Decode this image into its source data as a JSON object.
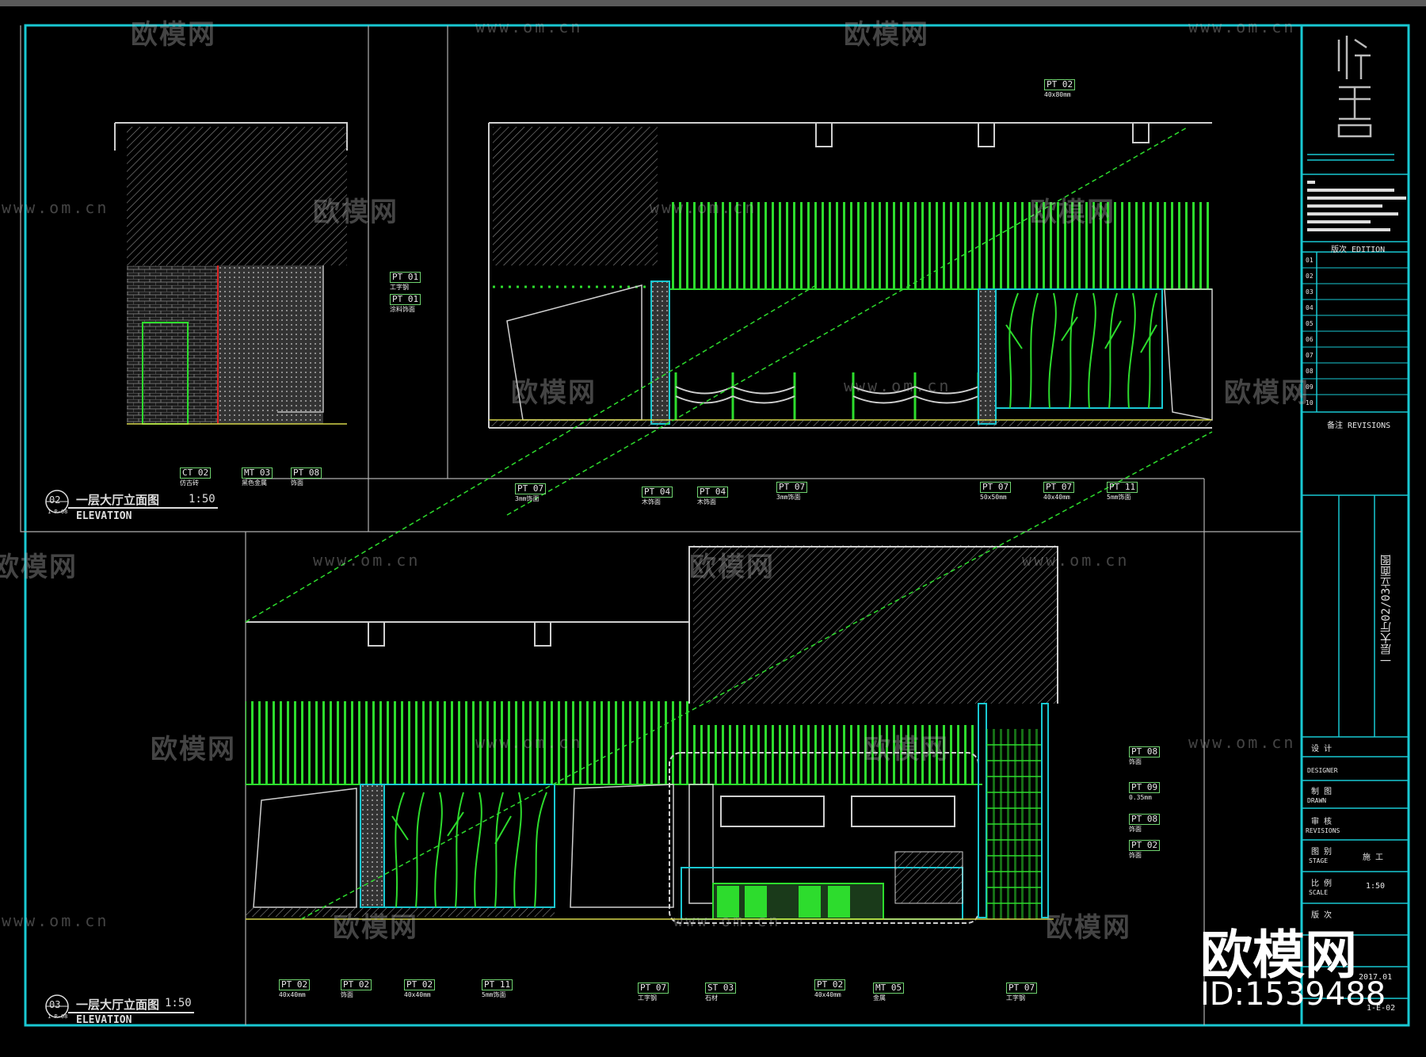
{
  "watermark": {
    "brand": "欧模网",
    "url": "www.om.cn"
  },
  "stamp": {
    "brand": "欧模网",
    "id": "ID:1539488"
  },
  "titles": [
    {
      "num": "02",
      "ref": "1-P-08",
      "title": "一层大厅立面图",
      "scale": "1:50",
      "sub": "ELEVATION"
    },
    {
      "num": "03",
      "ref": "1-P-08",
      "title": "一层大厅立面图",
      "scale": "1:50",
      "sub": "ELEVATION"
    }
  ],
  "tags": {
    "t1": {
      "code": "PT 01",
      "desc": "工字钢"
    },
    "t2": {
      "code": "PT 01",
      "desc": "涂料饰面"
    },
    "t3": {
      "code": "CT 02",
      "desc": "仿古砖"
    },
    "t4": {
      "code": "MT 03",
      "desc": "黑色金属"
    },
    "t5": {
      "code": "PT 08",
      "desc": "饰面"
    },
    "t6": {
      "code": "PT 02",
      "desc": "40x80mm"
    },
    "t7": {
      "code": "PT 04",
      "desc": "木饰面"
    },
    "t8": {
      "code": "PT 04",
      "desc": "木饰面"
    },
    "t9": {
      "code": "PT 07",
      "desc": "3mm饰面"
    },
    "t10": {
      "code": "PT 07",
      "desc": "50x50mm"
    },
    "t11": {
      "code": "PT 07",
      "desc": "40x40mm"
    },
    "t12": {
      "code": "PT 11",
      "desc": "5mm饰面"
    },
    "t13": {
      "code": "PT 02",
      "desc": "40x40mm"
    },
    "t14": {
      "code": "PT 02",
      "desc": "饰面"
    },
    "t15": {
      "code": "PT 02",
      "desc": "40x40mm"
    },
    "t16": {
      "code": "PT 11",
      "desc": "5mm饰面"
    },
    "t17": {
      "code": "PT 07",
      "desc": "工字钢"
    },
    "t18": {
      "code": "ST 03",
      "desc": "石材"
    },
    "t19": {
      "code": "PT 02",
      "desc": "40x40mm"
    },
    "t20": {
      "code": "MT 05",
      "desc": "金属"
    },
    "t21": {
      "code": "PT 07",
      "desc": "工字钢"
    },
    "t22": {
      "code": "PT 08",
      "desc": "饰面"
    },
    "t23": {
      "code": "PT 09",
      "desc": "0.35mm"
    },
    "t24": {
      "code": "PT 08",
      "desc": "饰面"
    },
    "t25": {
      "code": "PT 02",
      "desc": "饰面"
    }
  },
  "title_block": {
    "edition": "版次 EDITION",
    "rows": [
      "01",
      "02",
      "03",
      "04",
      "05",
      "06",
      "07",
      "08",
      "09",
      "10"
    ],
    "revisions": "备注 REVISIONS",
    "designer_label": "设 计",
    "designer_en": "DESIGNER",
    "drawn_label": "制 图",
    "drawn_en": "DRAWN",
    "check_label": "审 核",
    "check_en": "REVISIONS",
    "stage_label": "图 别",
    "stage_en": "STAGE",
    "stage_value": "施 工",
    "scale_label": "比 例",
    "scale_en": "SCALE",
    "scale_value": "1:50",
    "ver_label": "版 次",
    "date_value": "2017.01",
    "sheet_no": "1-E-02",
    "drawing_name": "一层大厅02/03立面图"
  },
  "colors": {
    "frame": "#19c8d2",
    "green": "#2ddc2d",
    "dim": "#3aa03a",
    "hatch": "#9a9a9a"
  }
}
